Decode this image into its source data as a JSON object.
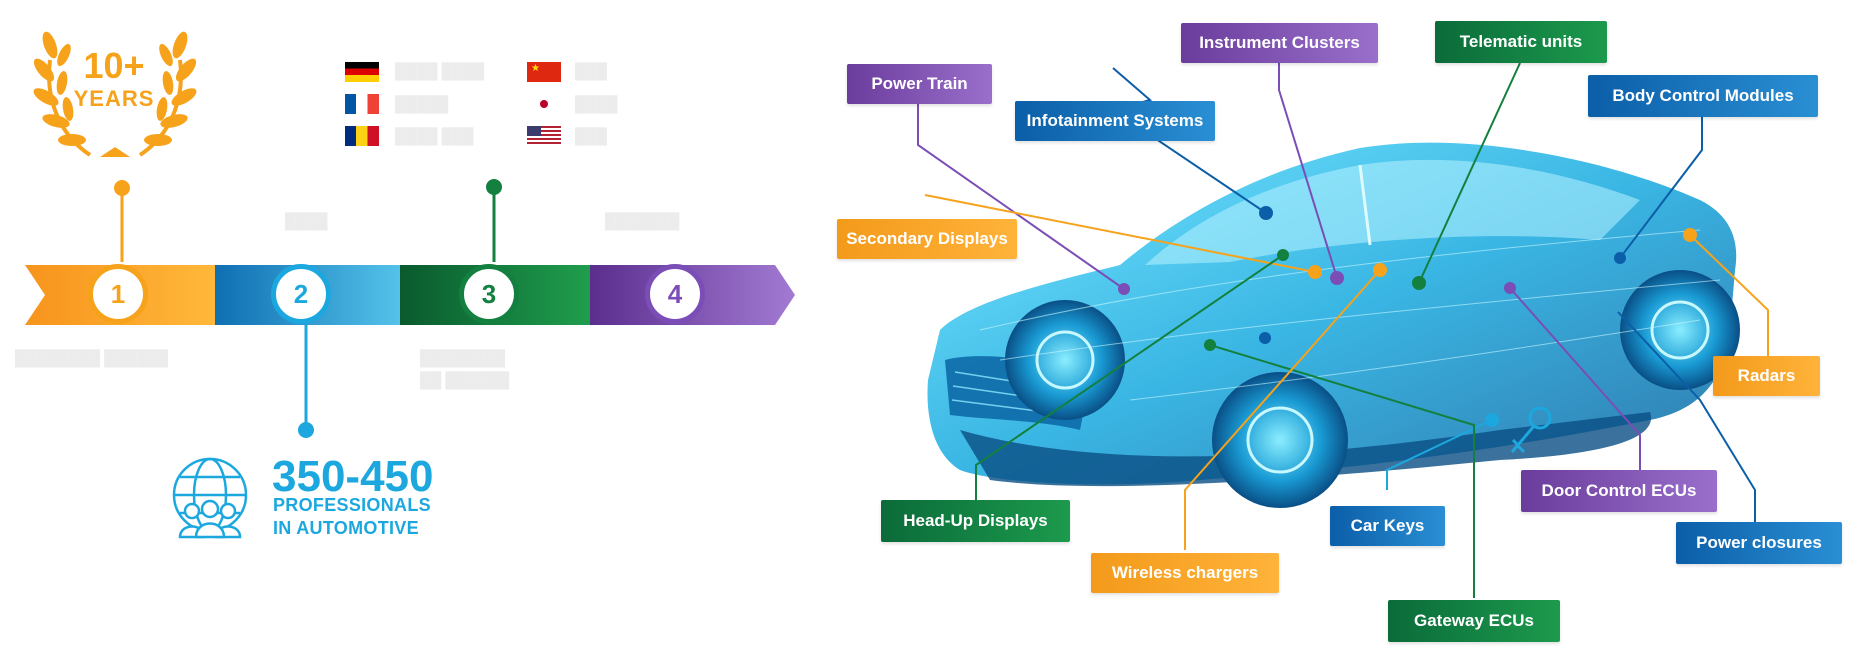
{
  "left": {
    "years": {
      "number": "10+",
      "word": "YEARS"
    },
    "steps": [
      "1",
      "2",
      "3",
      "4"
    ],
    "stat": {
      "number": "350-450",
      "line1": "PROFESSIONALS",
      "line2": "IN AUTOMOTIVE"
    }
  },
  "labels": {
    "power_train": "Power Train",
    "instrument_clusters": "Instrument Clusters",
    "telematic_units": "Telematic units",
    "body_control_modules": "Body Control Modules",
    "infotainment_systems": "Infotainment Systems",
    "secondary_displays": "Secondary Displays",
    "radars": "Radars",
    "door_control_ecus": "Door Control ECUs",
    "power_closures": "Power closures",
    "car_keys": "Car Keys",
    "gateway_ecus": "Gateway ECUs",
    "wireless_chargers": "Wireless chargers",
    "head_up_displays": "Head-Up Displays"
  },
  "colors": {
    "orange": "#f7a21b",
    "blue": "#1ca8df",
    "green": "#13803f",
    "purple": "#7b4db6",
    "navy": "#0b5ea8"
  }
}
